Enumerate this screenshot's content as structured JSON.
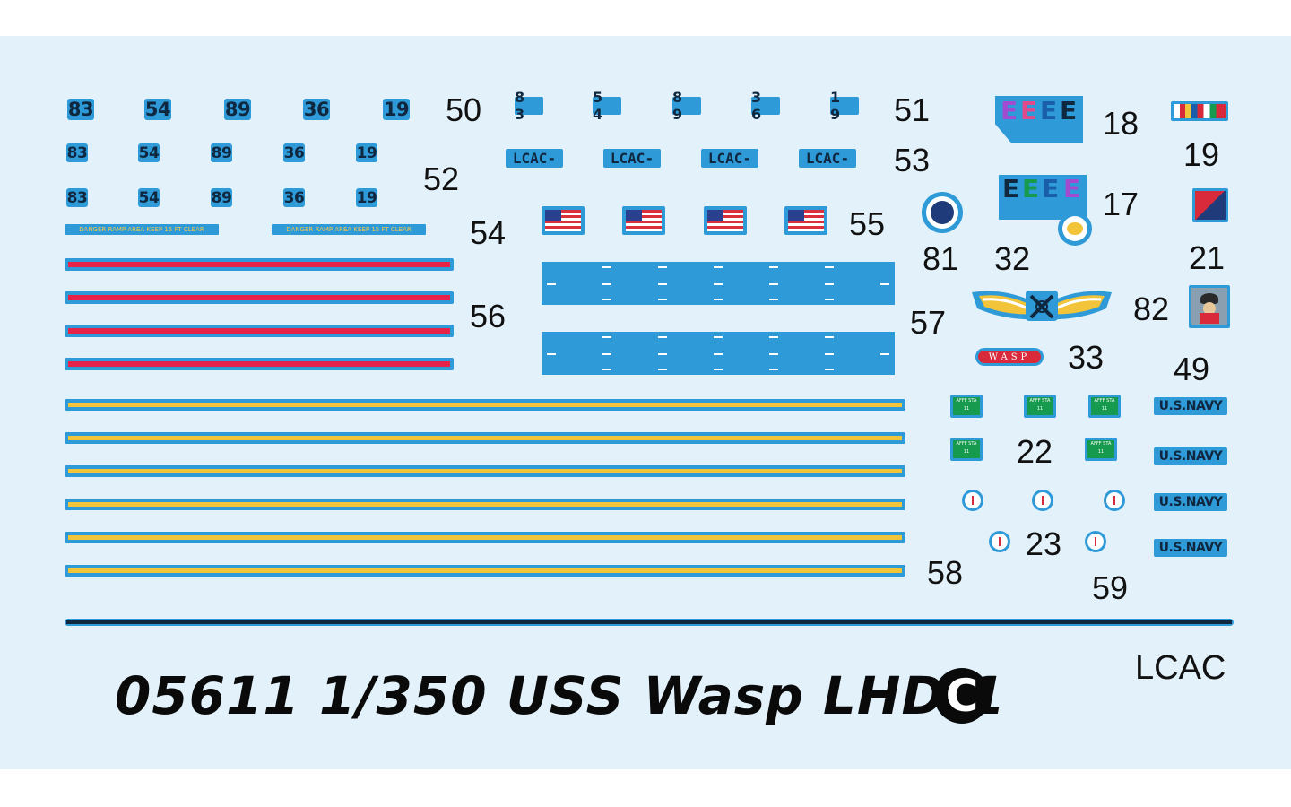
{
  "sheet_title": "05611 1/350 USS Wasp LHD-1",
  "sheet_letter": "C",
  "sheet_label": "LCAC",
  "numbers_row1": [
    "83",
    "54",
    "89",
    "36",
    "19"
  ],
  "numbers_row2": [
    "83",
    "54",
    "89",
    "36",
    "19"
  ],
  "numbers_row3": [
    "83",
    "54",
    "89",
    "36",
    "19"
  ],
  "numbers_spaced": [
    "8 3",
    "5 4",
    "8 9",
    "3 6",
    "1 9"
  ],
  "lcac_badges": [
    "LCAC-",
    "LCAC-",
    "LCAC-",
    "LCAC-"
  ],
  "danger_texts": [
    "DANGER  RAMP AREA  KEEP 15 FT CLEAR",
    "DANGER  RAMP AREA  KEEP 15 FT CLEAR"
  ],
  "navy_text": "U.S.NAVY",
  "green_text": "AFFF STA 11",
  "wasp_text": "WASP",
  "e_letter": "E",
  "labels": {
    "l50": "50",
    "l51": "51",
    "l52": "52",
    "l53": "53",
    "l54": "54",
    "l55": "55",
    "l56": "56",
    "l57": "57",
    "l58": "58",
    "l59": "59",
    "l17": "17",
    "l18": "18",
    "l19": "19",
    "l21": "21",
    "l22": "22",
    "l23": "23",
    "l32": "32",
    "l33": "33",
    "l49": "49",
    "l81": "81",
    "l82": "82"
  },
  "colors": {
    "background": "#e2f1fa",
    "decal_blue": "#2f9ad8",
    "red": "#e8234a",
    "yellow": "#f2c43a",
    "green": "#169a4e"
  }
}
